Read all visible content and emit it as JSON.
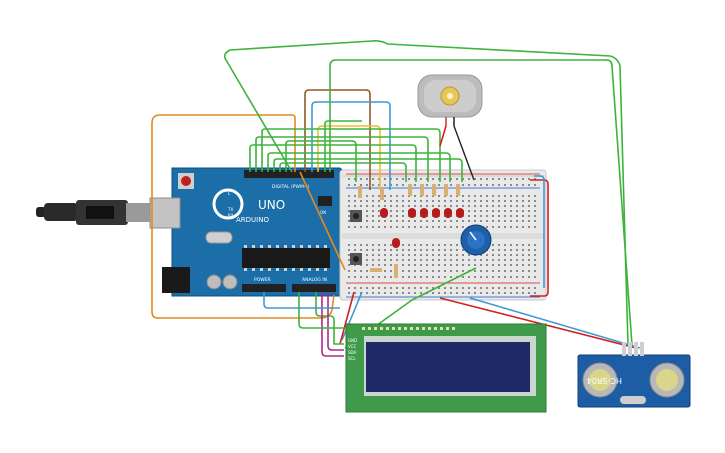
{
  "arduino": {
    "brand": "ARDUINO",
    "model": "UNO",
    "digital_header": "DIGITAL (PWM~)",
    "power_header": "POWER",
    "analog_header": "ANALOG IN",
    "tx_label": "TX",
    "rx_label": "RX",
    "l_label": "L",
    "on_label": "ON"
  },
  "lcd": {
    "pins": [
      "GND",
      "VCC",
      "SDA",
      "SCL"
    ]
  },
  "sensor": {
    "model": "HC-SR04"
  },
  "colors": {
    "board": "#1b6ea8",
    "breadboard": "#e9e9e9",
    "lcd_pcb": "#3f9b4b",
    "lcd_screen": "#1e2a68",
    "sensor_pcb": "#1c5da6",
    "wire_green": "#3db33a",
    "wire_orange": "#e38a1e",
    "wire_blue": "#3d9ad7",
    "wire_red": "#d32020",
    "wire_purple": "#b0288a",
    "wire_brown": "#8c5a2b",
    "wire_yellow": "#e8c22a",
    "led": "#b51c1c"
  }
}
